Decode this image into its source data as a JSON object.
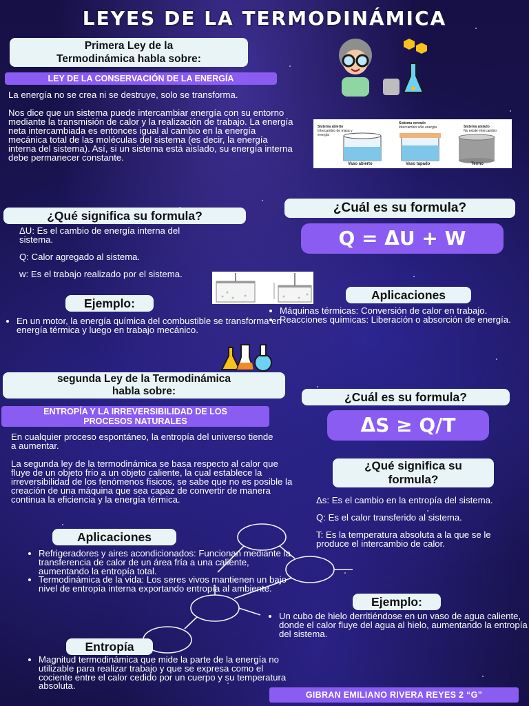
{
  "title": "LEYES DE LA TERMODINÁMICA",
  "first_law": {
    "heading_line1": "Primera Ley de la",
    "heading_line2": "Termodinámica habla sobre:",
    "banner": "LEY DE LA CONSERVACIÓN DE LA ENERGÍA",
    "paragraph1": "La energía no se crea ni se destruye, solo se transforma.",
    "paragraph2": "Nos dice que un sistema puede intercambiar energía con su entorno mediante la transmisión de calor y la realización de trabajo. La energía neta intercambiada es entonces igual al cambio en la energía mecánica total de las moléculas del sistema (es decir, la energía interna del sistema). Así, si un sistema está aislado, su energía interna debe permanecer constante.",
    "meaning_heading": "¿Qué significa su formula?",
    "meaning_items": [
      "ΔU: Es el cambio de energía interna del sistema.",
      "Q: Calor agregado al sistema.",
      "w: Es el trabajo realizado por el sistema."
    ],
    "formula_heading": "¿Cuál es su formula?",
    "formula": "Q = ΔU + W",
    "example_heading": "Ejemplo:",
    "example_items": [
      "En un motor, la energía química del combustible se transforma en energía térmica y luego en trabajo mecánico."
    ],
    "applications_heading": "Aplicaciones",
    "applications_items": [
      "Máquinas térmicas: Conversión de calor en trabajo.",
      " Reacciones químicas: Liberación o absorción de energía."
    ],
    "diagram": {
      "label1_title": "Sistema abierto",
      "label1_sub": "Intercambio de masa y energía",
      "label2_title": "Sistema cerrado",
      "label2_sub": "Intercambio sólo energía",
      "label3_title": "Sistema aislado",
      "label3_sub": "No existe intercambio",
      "cap1": "Vaso abierto",
      "cap2": "Vaso tapado",
      "cap3": "Termo"
    }
  },
  "second_law": {
    "heading_line1": "segunda Ley de la Termodinámica",
    "heading_line2": "habla sobre:",
    "banner_line1": "ENTROPÍA Y LA IRREVERSIBILIDAD DE LOS",
    "banner_line2": "PROCESOS NATURALES",
    "paragraph1": "En cualquier proceso espontáneo, la entropía del universo tiende a aumentar.",
    "paragraph2": "La segunda ley de la termodinámica se basa respecto al calor que fluye de un objeto frío a un objeto caliente, la cual establece la irreversibilidad de los fenómenos físicos, se sabe que no es posible la creación de una máquina que sea capaz de convertir de manera continua la eficiencia y la energía térmica.",
    "formula_heading": "¿Cuál es su formula?",
    "formula": "ΔS ≥ Q/T",
    "meaning_heading_line1": "¿Qué significa su",
    "meaning_heading_line2": "formula?",
    "meaning_items": [
      "Δs: Es el cambio en la entropía del sistema.",
      "Q: Es el calor transferido al sistema.",
      "T: Es la temperatura absoluta a la que se le produce el intercambio de calor."
    ],
    "applications_heading": "Aplicaciones",
    "applications_items": [
      "Refrigeradores y aires acondicionados: Funcionan mediante la transferencia de calor de un área fría a una caliente, aumentando la entropía total.",
      "Termodinámica de la vida: Los seres vivos mantienen un bajo nivel de entropía interna exportando entropía al ambiente."
    ],
    "example_heading": "Ejemplo:",
    "example_items": [
      "Un cubo de hielo derritiéndose en un vaso de agua caliente, donde el calor fluye del agua al hielo, aumentando la entropía del sistema."
    ],
    "entropy_heading": "Entropía",
    "entropy_items": [
      "Magnitud termodinámica que mide la parte de la energía no utilizable para realizar trabajo y que se expresa como el cociente entre el calor cedido por un cuerpo y su temperatura absoluta."
    ]
  },
  "author": "GIBRAN EMILIANO RIVERA REYES 2 “G”",
  "colors": {
    "accent_purple": "#8a5cf2",
    "pill_light": "#e9f4f7",
    "background": "#1a1452"
  }
}
